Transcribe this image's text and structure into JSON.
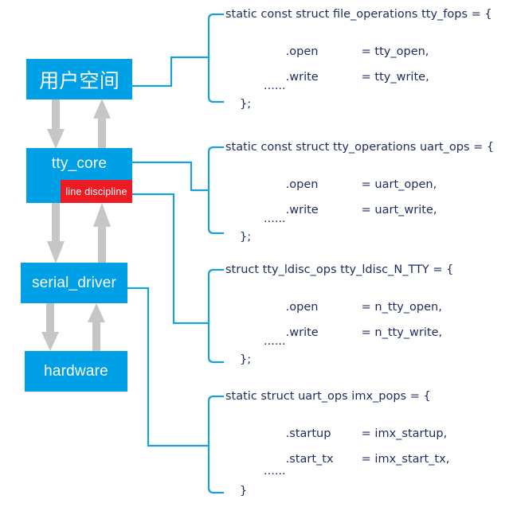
{
  "diagram": {
    "title": "Linux TTY subsystem layering",
    "colors": {
      "node_blue": "#00a0e6",
      "line_discipline_red": "#ed1c24",
      "connector_blue": "#1a9fd9",
      "arrow_gray": "#c6c6c6",
      "code_text": "#1c2b5e"
    }
  },
  "nodes": [
    {
      "id": "userspace",
      "label": "用户空间"
    },
    {
      "id": "tty_core",
      "label": "tty_core"
    },
    {
      "id": "line_discipline",
      "label": "line discipline"
    },
    {
      "id": "serial_driver",
      "label": "serial_driver"
    },
    {
      "id": "hardware",
      "label": "hardware"
    }
  ],
  "code_blocks": [
    {
      "id": "tty_fops",
      "source": "userspace",
      "header": "static const struct file_operations tty_fops = {",
      "fields": [
        {
          "key": ".open",
          "value": "= tty_open,"
        },
        {
          "key": ".write",
          "value": "= tty_write,"
        }
      ],
      "ellipsis": "......",
      "close": "};"
    },
    {
      "id": "uart_ops",
      "source": "tty_core",
      "header": "static const struct tty_operations uart_ops = {",
      "fields": [
        {
          "key": ".open",
          "value": "= uart_open,"
        },
        {
          "key": ".write",
          "value": "= uart_write,"
        }
      ],
      "ellipsis": "......",
      "close": "};"
    },
    {
      "id": "tty_ldisc_N_TTY",
      "source": "line_discipline",
      "header": "struct tty_ldisc_ops tty_ldisc_N_TTY = {",
      "fields": [
        {
          "key": ".open",
          "value": "= n_tty_open,"
        },
        {
          "key": ".write",
          "value": "= n_tty_write,"
        }
      ],
      "ellipsis": "......",
      "close": "};"
    },
    {
      "id": "imx_pops",
      "source": "serial_driver",
      "header": "static struct uart_ops imx_pops = {",
      "fields": [
        {
          "key": ".startup",
          "value": "= imx_startup,"
        },
        {
          "key": ".start_tx",
          "value": "= imx_start_tx,"
        }
      ],
      "ellipsis": "......",
      "close": "}"
    }
  ]
}
